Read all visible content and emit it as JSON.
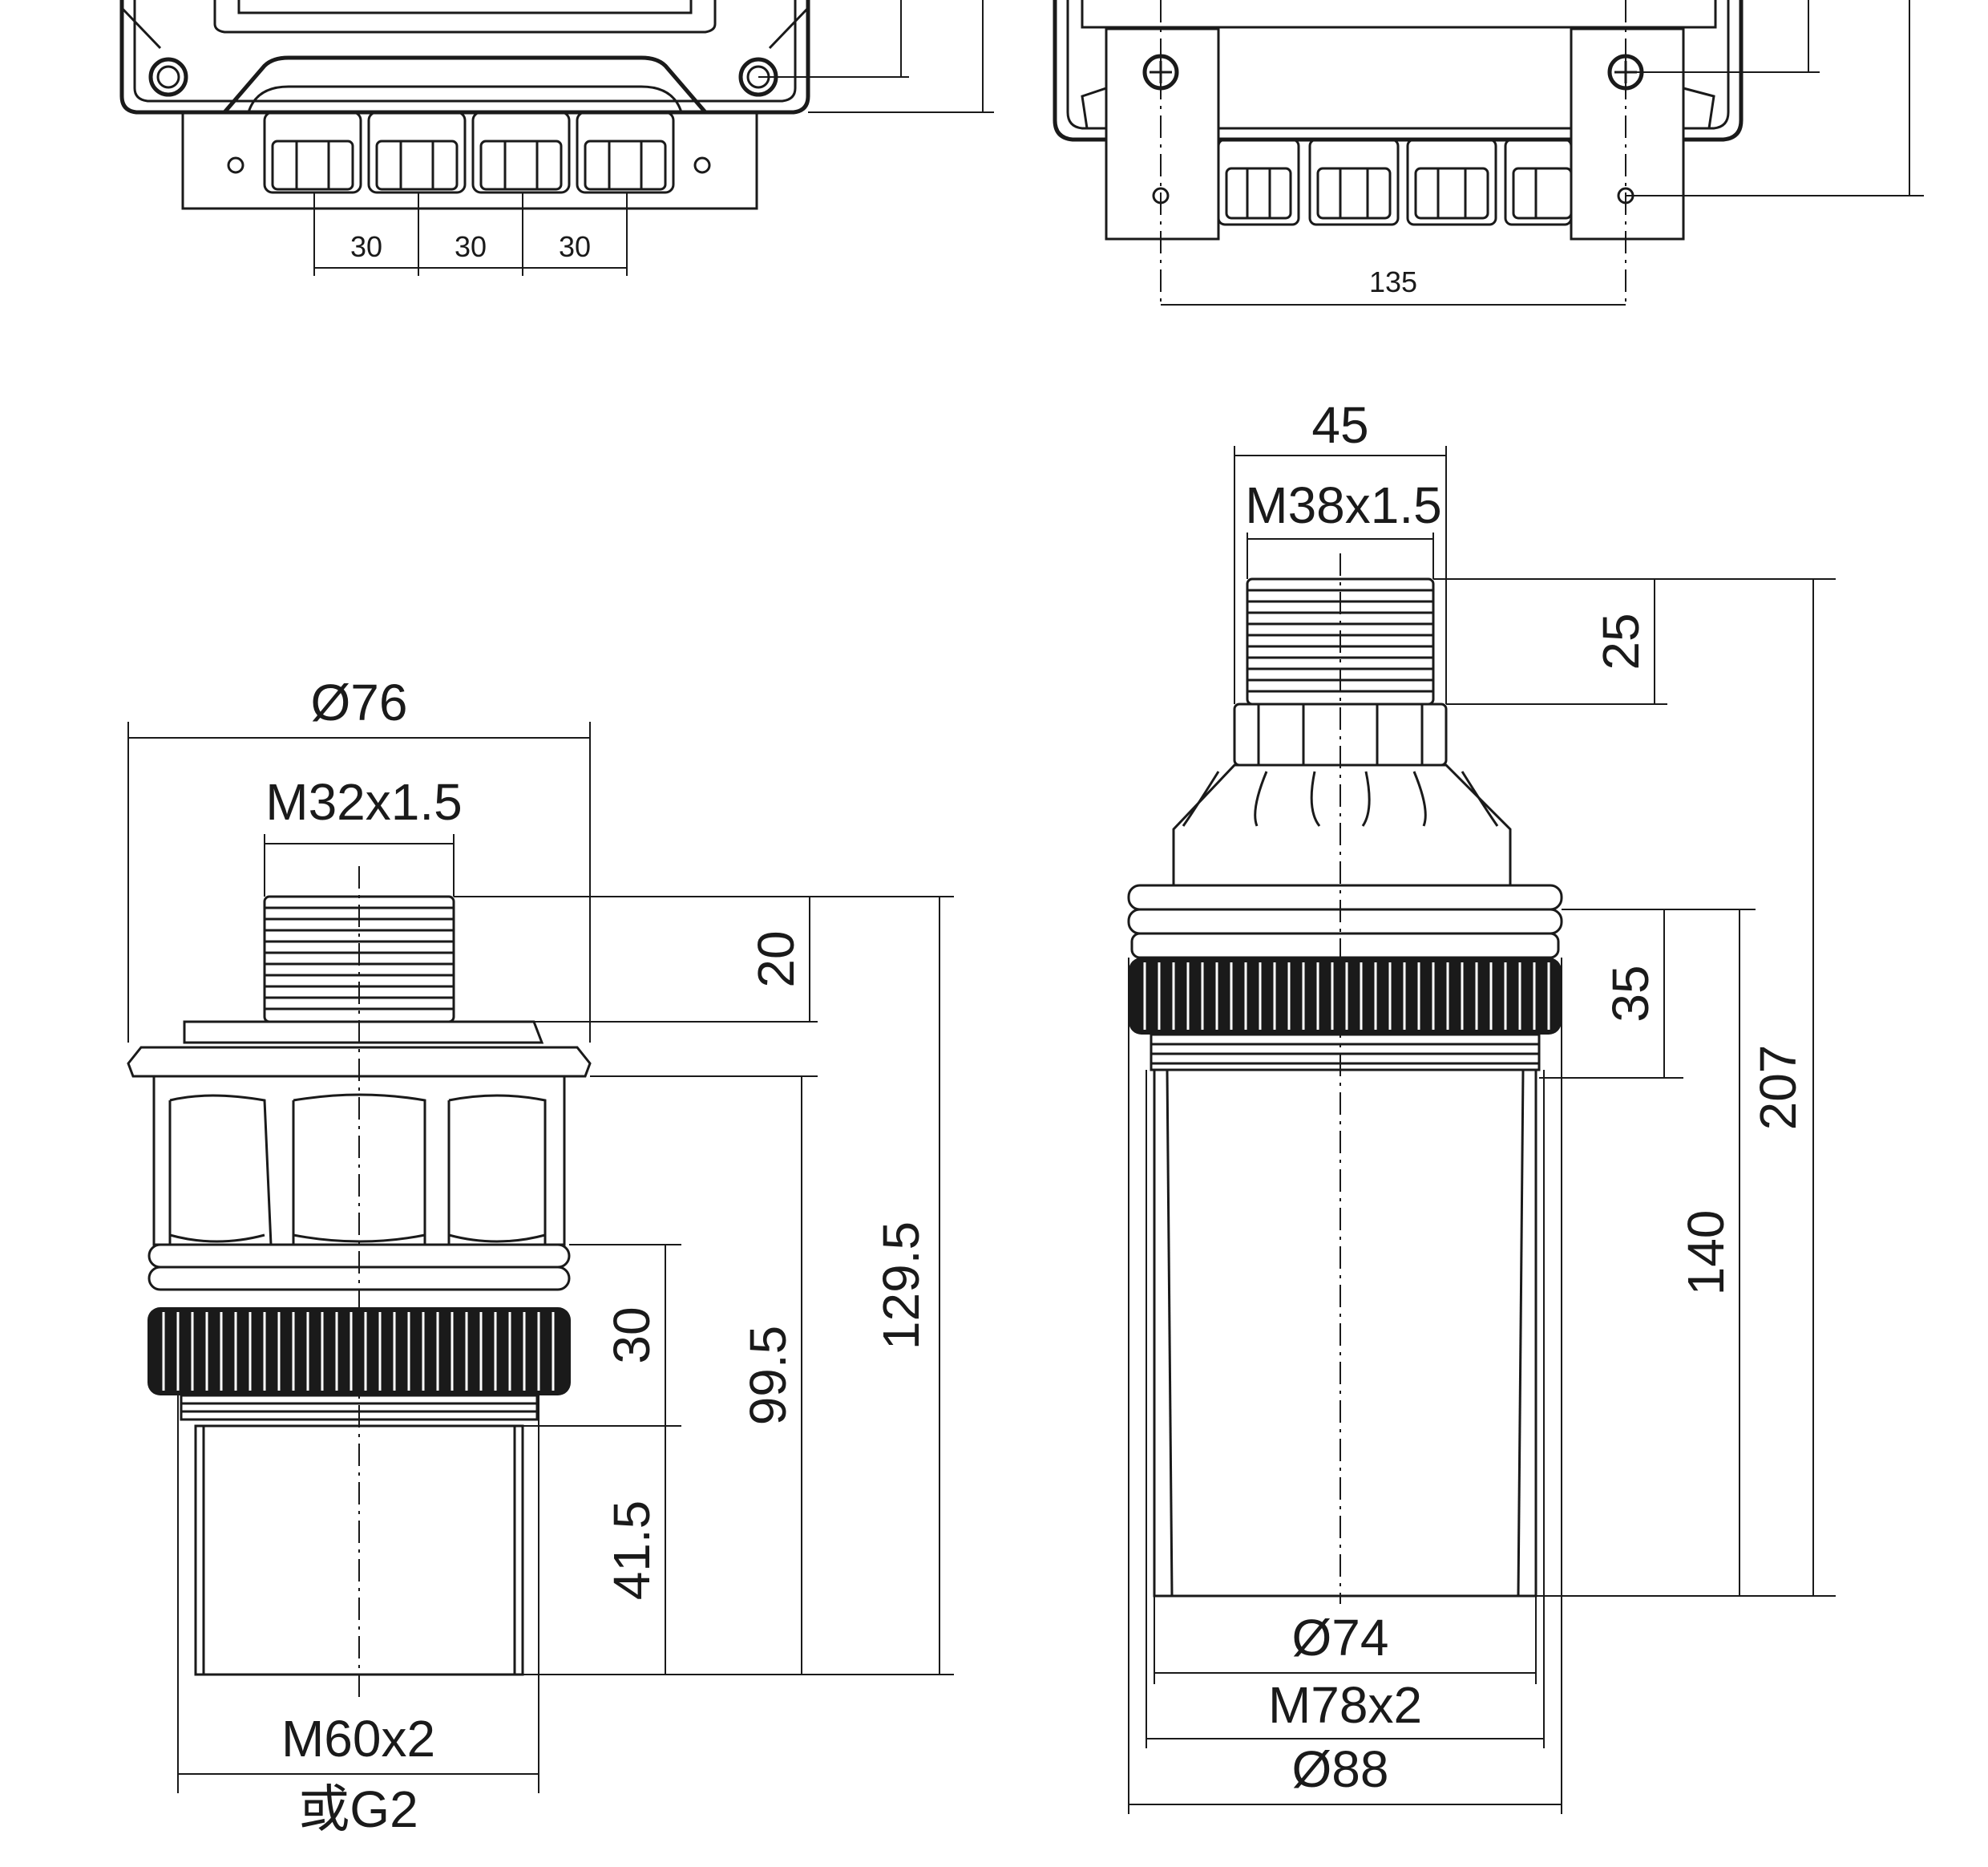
{
  "top_left_view": {
    "gland_spacing": [
      "30",
      "30",
      "30"
    ]
  },
  "top_right_view": {
    "mount_spacing": "135"
  },
  "sensor_small": {
    "outer_diameter": "Ø76",
    "top_thread": "M32x1.5",
    "thread_length": "20",
    "total_height": "129.5",
    "body_height": "99.5",
    "nut_height": "30",
    "bottom_length": "41.5",
    "bottom_thread": "M60x2",
    "bottom_thread_alt": "或G2"
  },
  "sensor_large": {
    "top_width": "45",
    "top_thread": "M38x1.5",
    "thread_length": "25",
    "nut_height": "35",
    "body_height": "140",
    "total_height": "207",
    "inner_diameter": "Ø74",
    "body_thread": "M78x2",
    "outer_diameter": "Ø88"
  }
}
